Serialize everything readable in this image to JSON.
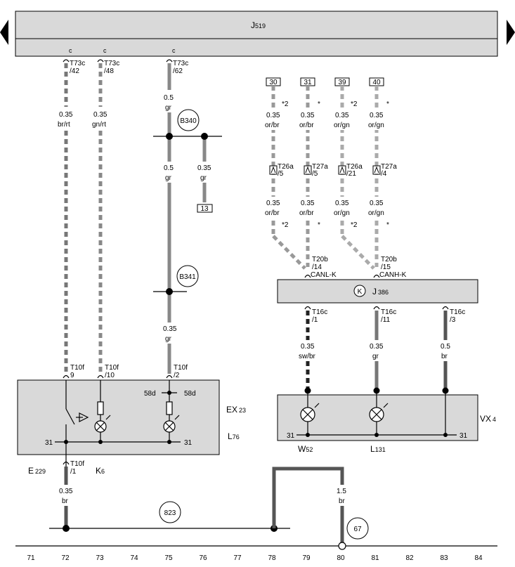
{
  "header": {
    "name": "J",
    "sub": "519"
  },
  "nav": {
    "left": "previous page",
    "right": "next page"
  },
  "j519_pins": [
    {
      "pin": "c",
      "conn": "T73c",
      "num": "/42"
    },
    {
      "pin": "c",
      "conn": "T73c",
      "num": "/48"
    },
    {
      "pin": "c",
      "conn": "T73c",
      "num": "/62"
    }
  ],
  "wires": {
    "w72": {
      "size": "0.35",
      "color": "br/rt"
    },
    "w73": {
      "size": "0.35",
      "color": "gn/rt"
    },
    "w75a": {
      "size": "0.5",
      "color": "gr"
    },
    "w75b": {
      "size": "0.5",
      "color": "gr"
    },
    "w76": {
      "size": "0.35",
      "color": "gr"
    },
    "w75c": {
      "size": "0.35",
      "color": "gr"
    },
    "w72b": {
      "size": "0.35",
      "color": "br"
    },
    "w80": {
      "size": "1.5",
      "color": "br"
    },
    "w79": {
      "size": "0.35",
      "color": "sw/br"
    },
    "w81": {
      "size": "0.35",
      "color": "gr"
    },
    "w83": {
      "size": "0.5",
      "color": "br"
    }
  },
  "refs": {
    "b340": "B340",
    "b341": "B341",
    "r13": "13",
    "r823": "823",
    "r67": "67"
  },
  "ref_boxes": [
    "30",
    "31",
    "39",
    "40"
  ],
  "can_wires": [
    {
      "size": "0.35",
      "color": "or/br",
      "note": "*2",
      "conn": "T26a",
      "num": "/5"
    },
    {
      "size": "0.35",
      "color": "or/br",
      "note": "*",
      "conn": "T27a",
      "num": "/5"
    },
    {
      "size": "0.35",
      "color": "or/gn",
      "note": "*2",
      "conn": "T26a",
      "num": "/21"
    },
    {
      "size": "0.35",
      "color": "or/gn",
      "note": "*",
      "conn": "T27a",
      "num": "/4"
    }
  ],
  "j386": {
    "name": "J",
    "sub": "386",
    "k": "K",
    "in_pins": [
      {
        "conn": "T20b",
        "num": "/14",
        "sig": "CANL-K"
      },
      {
        "conn": "T20b",
        "num": "/15",
        "sig": "CANH-K"
      }
    ],
    "out_pins": [
      {
        "conn": "T16c",
        "num": "/1"
      },
      {
        "conn": "T16c",
        "num": "/11"
      },
      {
        "conn": "T16c",
        "num": "/3"
      }
    ]
  },
  "ex23": {
    "name": "EX",
    "sub": "23",
    "pins": [
      {
        "conn": "T10f",
        "num": "9"
      },
      {
        "conn": "T10f",
        "num": "/10"
      },
      {
        "conn": "T10f",
        "num": "/2"
      }
    ],
    "label_58d": "58d",
    "ground": "31",
    "bottom_pin": {
      "conn": "T10f",
      "num": "/1"
    }
  },
  "components": {
    "e229": {
      "name": "E",
      "sub": "229"
    },
    "k6": {
      "name": "K",
      "sub": "6"
    },
    "l76": {
      "name": "L",
      "sub": "76"
    },
    "w52": {
      "name": "W",
      "sub": "52"
    },
    "l131": {
      "name": "L",
      "sub": "131"
    },
    "vx4": {
      "name": "VX",
      "sub": "4"
    }
  },
  "scale": [
    "71",
    "72",
    "73",
    "74",
    "75",
    "76",
    "77",
    "78",
    "79",
    "80",
    "81",
    "82",
    "83",
    "84"
  ]
}
